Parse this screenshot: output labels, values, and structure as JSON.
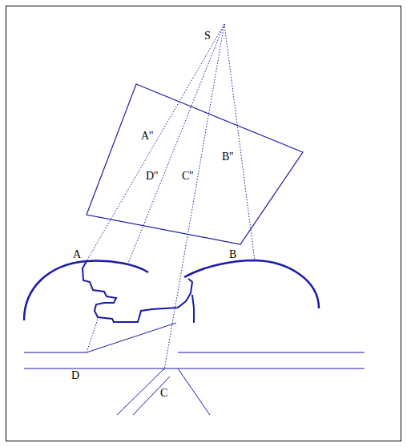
{
  "diagram": {
    "labels": [
      "S",
      "A''",
      "D''",
      "C''",
      "B''",
      "A",
      "B",
      "D",
      "C"
    ]
  }
}
